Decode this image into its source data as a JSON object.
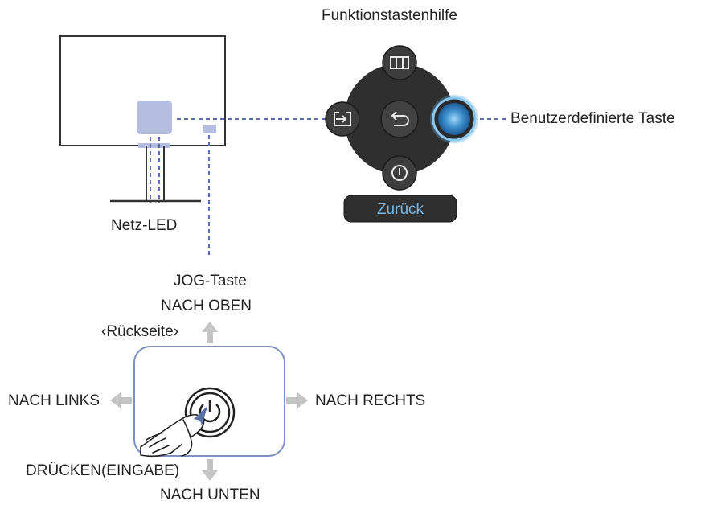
{
  "labels": {
    "function_key_guide": "Funktionstastenhilfe",
    "custom_key": "Benutzerdefinierte Taste",
    "power_led": "Netz-LED",
    "jog_key": "JOG-Taste",
    "up": "NACH OBEN",
    "back_side": "‹Rückseite›",
    "left": "NACH LINKS",
    "right": "NACH RECHTS",
    "press_enter": "DRÜCKEN(EINGABE)",
    "down": "NACH UNTEN"
  },
  "osd": {
    "back_button_label": "Zurück"
  },
  "icons": {
    "top": "picture-size-icon",
    "left": "source-input-icon",
    "center": "return-arrow-icon",
    "right": "custom-key-icon",
    "bottom": "power-icon",
    "jog": "power-icon"
  },
  "colors": {
    "dashed_line": "#5a6ea8",
    "osd_back": "#2f2f2f",
    "osd_button": "#424242",
    "highlight": "#5aa8dc",
    "back_text": "#79b8e8",
    "pad_border": "#7e8fc4",
    "monitor_highlight": "#b5bde0",
    "arrow": "#c4c4c4"
  }
}
